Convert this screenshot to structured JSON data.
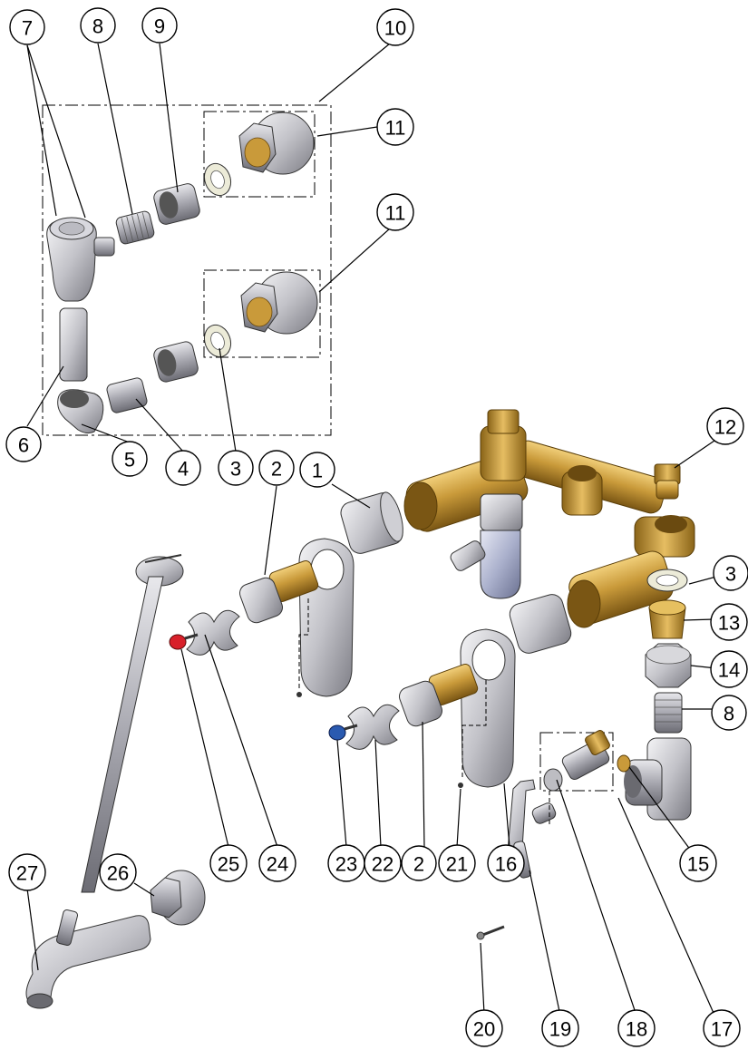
{
  "diagram": {
    "callouts": [
      {
        "id": "c7",
        "label": "7"
      },
      {
        "id": "c8a",
        "label": "8"
      },
      {
        "id": "c9",
        "label": "9"
      },
      {
        "id": "c10",
        "label": "10"
      },
      {
        "id": "c11a",
        "label": "11"
      },
      {
        "id": "c11b",
        "label": "11"
      },
      {
        "id": "c6",
        "label": "6"
      },
      {
        "id": "c5",
        "label": "5"
      },
      {
        "id": "c4",
        "label": "4"
      },
      {
        "id": "c3a",
        "label": "3"
      },
      {
        "id": "c2a",
        "label": "2"
      },
      {
        "id": "c1",
        "label": "1"
      },
      {
        "id": "c12",
        "label": "12"
      },
      {
        "id": "c3b",
        "label": "3"
      },
      {
        "id": "c13",
        "label": "13"
      },
      {
        "id": "c14",
        "label": "14"
      },
      {
        "id": "c8b",
        "label": "8"
      },
      {
        "id": "c15",
        "label": "15"
      },
      {
        "id": "c25",
        "label": "25"
      },
      {
        "id": "c24",
        "label": "24"
      },
      {
        "id": "c23",
        "label": "23"
      },
      {
        "id": "c22",
        "label": "22"
      },
      {
        "id": "c2b",
        "label": "2"
      },
      {
        "id": "c21",
        "label": "21"
      },
      {
        "id": "c16",
        "label": "16"
      },
      {
        "id": "c27",
        "label": "27"
      },
      {
        "id": "c26",
        "label": "26"
      },
      {
        "id": "c17",
        "label": "17"
      },
      {
        "id": "c18",
        "label": "18"
      },
      {
        "id": "c19",
        "label": "19"
      },
      {
        "id": "c20",
        "label": "20"
      }
    ],
    "colors": {
      "brass": "#c99a3a",
      "brass_dark": "#8a6418",
      "chrome": "#c8c8cc",
      "chrome_dark": "#7c7c84",
      "pipe_sleeve": "#e2e0d8",
      "red_cap": "#d8202a",
      "blue_cap": "#2a5ab0"
    }
  }
}
